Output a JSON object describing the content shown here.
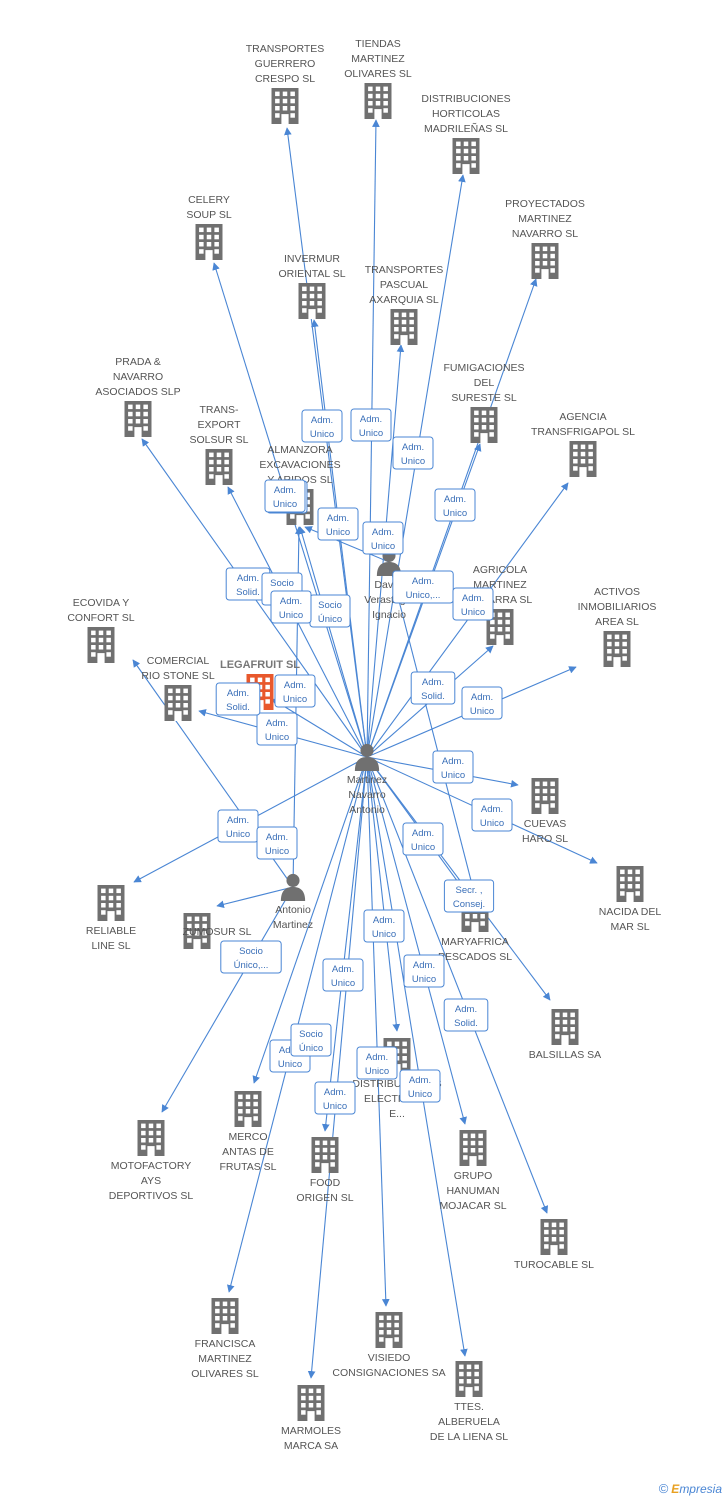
{
  "colors": {
    "edge": "#4a86d4",
    "company": "#707070",
    "highlight": "#e8582c",
    "person": "#707070"
  },
  "diagram": {
    "center": {
      "id": "mna",
      "label": [
        "Martinez",
        "Navarro",
        "Antonio"
      ]
    },
    "nodes": [
      {
        "id": "mna",
        "type": "person",
        "label": [
          "Martinez",
          "Navarro",
          "Antonio"
        ]
      },
      {
        "id": "am",
        "type": "person",
        "label": [
          "Antonio",
          "Martinez"
        ]
      },
      {
        "id": "dv",
        "type": "person",
        "label": [
          "Davila",
          "Verastegui",
          "Ignacio"
        ]
      },
      {
        "id": "leg",
        "type": "company-main",
        "label": [
          "LEGAFRUIT SL"
        ]
      },
      {
        "id": "tg",
        "type": "company",
        "label": [
          "TRANSPORTES",
          "GUERRERO",
          "CRESPO SL"
        ]
      },
      {
        "id": "tmo",
        "type": "company",
        "label": [
          "TIENDAS",
          "MARTINEZ",
          "OLIVARES SL"
        ]
      },
      {
        "id": "dhm",
        "type": "company",
        "label": [
          "DISTRIBUCIONES",
          "HORTICOLAS",
          "MADRILEÑAS SL"
        ]
      },
      {
        "id": "cel",
        "type": "company",
        "label": [
          "CELERY",
          "SOUP SL"
        ]
      },
      {
        "id": "pmn",
        "type": "company",
        "label": [
          "PROYECTADOS",
          "MARTINEZ",
          "NAVARRO SL"
        ]
      },
      {
        "id": "inv",
        "type": "company",
        "label": [
          "INVERMUR",
          "ORIENTAL SL"
        ]
      },
      {
        "id": "tpa",
        "type": "company",
        "label": [
          "TRANSPORTES",
          "PASCUAL",
          "AXARQUIA SL"
        ]
      },
      {
        "id": "pna",
        "type": "company",
        "label": [
          "PRADA &",
          "NAVARRO",
          "ASOCIADOS SLP"
        ]
      },
      {
        "id": "fds",
        "type": "company",
        "label": [
          "FUMIGACIONES",
          "DEL",
          "SURESTE SL"
        ]
      },
      {
        "id": "tes",
        "type": "company",
        "label": [
          "TRANS-",
          "EXPORT",
          "SOLSUR SL"
        ]
      },
      {
        "id": "ata",
        "type": "company",
        "label": [
          "AGENCIA",
          "TRANSFRIGAPOL SL"
        ]
      },
      {
        "id": "aea",
        "type": "company",
        "label": [
          "ALMANZORA",
          "EXCAVACIONES",
          "Y ARIDOS SL"
        ]
      },
      {
        "id": "amn",
        "type": "company",
        "label": [
          "AGRICOLA",
          "MARTINEZ",
          "NAVARRA SL"
        ]
      },
      {
        "id": "eyc",
        "type": "company",
        "label": [
          "ECOVIDA Y",
          "CONFORT SL"
        ]
      },
      {
        "id": "aia",
        "type": "company",
        "label": [
          "ACTIVOS",
          "INMOBILIARIOS",
          "AREA SL"
        ]
      },
      {
        "id": "crs",
        "type": "company",
        "label": [
          "COMERCIAL",
          "RIO STONE SL"
        ]
      },
      {
        "id": "cha",
        "type": "company",
        "label": [
          "CUEVAS",
          "HARO SL"
        ]
      },
      {
        "id": "rel",
        "type": "company",
        "label": [
          "RELIABLE",
          "LINE SL"
        ]
      },
      {
        "id": "ndm",
        "type": "company",
        "label": [
          "NACIDA DEL",
          "MAR SL"
        ]
      },
      {
        "id": "zum",
        "type": "company",
        "label": [
          "ZUMOSUR SL"
        ]
      },
      {
        "id": "mya",
        "type": "company",
        "label": [
          "MARYAFRICA",
          "PESCADOS SL"
        ]
      },
      {
        "id": "bal",
        "type": "company",
        "label": [
          "BALSILLAS SA"
        ]
      },
      {
        "id": "dee",
        "type": "company",
        "label": [
          "DISTRIBUCIONES",
          "ELECTRICAS",
          "E..."
        ]
      },
      {
        "id": "mot",
        "type": "company",
        "label": [
          "MOTOFACTORY",
          "AYS",
          "DEPORTIVOS SL"
        ]
      },
      {
        "id": "mer",
        "type": "company",
        "label": [
          "MERCO",
          "ANTAS DE",
          "FRUTAS SL"
        ]
      },
      {
        "id": "foo",
        "type": "company",
        "label": [
          "FOOD",
          "ORIGEN SL"
        ]
      },
      {
        "id": "ghm",
        "type": "company",
        "label": [
          "GRUPO",
          "HANUMAN",
          "MOJACAR SL"
        ]
      },
      {
        "id": "tur",
        "type": "company",
        "label": [
          "TUROCABLE SL"
        ]
      },
      {
        "id": "fmo",
        "type": "company",
        "label": [
          "FRANCISCA",
          "MARTINEZ",
          "OLIVARES SL"
        ]
      },
      {
        "id": "vis",
        "type": "company",
        "label": [
          "VISIEDO",
          "CONSIGNACIONES SA"
        ]
      },
      {
        "id": "tal",
        "type": "company",
        "label": [
          "TTES.",
          "ALBERUELA",
          "DE LA LIENA SL"
        ]
      },
      {
        "id": "mms",
        "type": "company",
        "label": [
          "MARMOLES",
          "MARCA SA"
        ]
      }
    ],
    "edges": [
      {
        "from": "mna",
        "to": "tg",
        "label": [
          "Adm.",
          "Unico"
        ]
      },
      {
        "from": "mna",
        "to": "tmo",
        "label": [
          "Adm.",
          "Unico"
        ]
      },
      {
        "from": "mna",
        "to": "dhm",
        "label": [
          "Adm.",
          "Unico"
        ]
      },
      {
        "from": "mna",
        "to": "cel",
        "label": [
          "Adm.",
          "Solid."
        ]
      },
      {
        "from": "mna",
        "to": "pmn",
        "label": [
          "Adm.",
          "Unico"
        ]
      },
      {
        "from": "mna",
        "to": "inv",
        "label": [
          "Adm.",
          "Unico"
        ]
      },
      {
        "from": "mna",
        "to": "tpa",
        "label": [
          "Adm.",
          "Unico"
        ]
      },
      {
        "from": "mna",
        "to": "pna",
        "label": [
          "Adm.",
          "Unico"
        ]
      },
      {
        "from": "mna",
        "to": "fds",
        "label": [
          "Adm.",
          "Unico,..."
        ]
      },
      {
        "from": "mna",
        "to": "tes",
        "label": [
          "Socio",
          "Único"
        ]
      },
      {
        "from": "mna",
        "to": "ata",
        "label": [
          "Adm.",
          "Unico"
        ]
      },
      {
        "from": "mna",
        "to": "aea",
        "label": [
          "Socio",
          "Único"
        ]
      },
      {
        "from": "mna",
        "to": "amn",
        "label": [
          "Adm.",
          "Solid."
        ]
      },
      {
        "from": "mna",
        "to": "aia",
        "label": [
          "Adm.",
          "Unico"
        ]
      },
      {
        "from": "mna",
        "to": "leg",
        "label": [
          "Adm.",
          "Unico"
        ]
      },
      {
        "from": "mna",
        "to": "crs",
        "label": [
          "Adm.",
          "Unico"
        ]
      },
      {
        "from": "mna",
        "to": "cha",
        "label": [
          "Adm.",
          "Unico"
        ]
      },
      {
        "from": "mna",
        "to": "ndm",
        "label": [
          "Adm.",
          "Unico"
        ]
      },
      {
        "from": "mna",
        "to": "rel",
        "label": [
          "Adm.",
          "Unico"
        ]
      },
      {
        "from": "mna",
        "to": "mya",
        "label": [
          "Adm.",
          "Unico"
        ]
      },
      {
        "from": "mna",
        "to": "bal",
        "label": [
          "Adm.",
          "Solid."
        ]
      },
      {
        "from": "mna",
        "to": "dee",
        "label": [
          "Adm.",
          "Unico"
        ]
      },
      {
        "from": "mna",
        "to": "mer",
        "label": [
          "Adm.",
          "Unico"
        ]
      },
      {
        "from": "mna",
        "to": "foo",
        "label": [
          "Adm.",
          "Unico"
        ]
      },
      {
        "from": "mna",
        "to": "ghm",
        "label": [
          "Adm.",
          "Unico"
        ]
      },
      {
        "from": "mna",
        "to": "tur",
        "label": [
          "Adm.",
          "Solid."
        ]
      },
      {
        "from": "mna",
        "to": "fmo",
        "label": [
          "Socio",
          "Único"
        ]
      },
      {
        "from": "mna",
        "to": "vis",
        "label": [
          "Adm.",
          "Unico"
        ]
      },
      {
        "from": "mna",
        "to": "tal",
        "label": [
          "Adm.",
          "Unico"
        ]
      },
      {
        "from": "mna",
        "to": "mms",
        "label": [
          "Adm.",
          "Unico"
        ]
      },
      {
        "from": "am",
        "to": "zum",
        "label": [
          "Adm.",
          "Unico"
        ]
      },
      {
        "from": "am",
        "to": "mot",
        "label": [
          "Socio",
          "Único,..."
        ]
      },
      {
        "from": "am",
        "to": "aea",
        "label": [
          "Adm.",
          "Unico"
        ]
      },
      {
        "from": "am",
        "to": "eyc",
        "label": [
          "Adm.",
          "Solid."
        ]
      },
      {
        "from": "dv",
        "to": "aea",
        "label": [
          "Adm.",
          "Unico"
        ]
      },
      {
        "from": "dv",
        "to": "mya",
        "label": [
          "Secr. ,",
          "Consej."
        ]
      }
    ]
  },
  "footer": {
    "copyright": "©",
    "brand_initial": "E",
    "brand_rest": "mpresia"
  }
}
